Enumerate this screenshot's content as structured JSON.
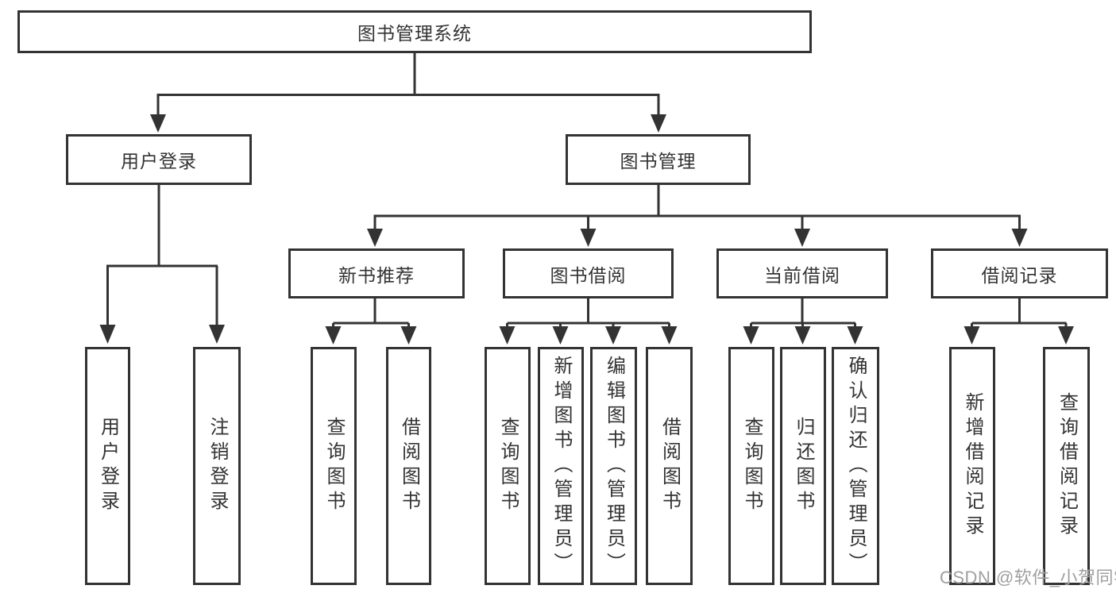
{
  "diagram": {
    "root": {
      "label": "图书管理系统"
    },
    "level2": {
      "user_login": {
        "label": "用户登录"
      },
      "book_management": {
        "label": "图书管理"
      }
    },
    "level3": {
      "new_book_recommend": {
        "label": "新书推荐"
      },
      "book_borrow": {
        "label": "图书借阅"
      },
      "current_borrow": {
        "label": "当前借阅"
      },
      "borrow_records": {
        "label": "借阅记录"
      }
    },
    "leaves": {
      "user_login": [
        "用户登录",
        "注销登录"
      ],
      "new_book_recommend": [
        "查询图书",
        "借阅图书"
      ],
      "book_borrow": [
        "查询图书",
        "新增图书（管理员）",
        "编辑图书（管理员）",
        "借阅图书"
      ],
      "current_borrow": [
        "查询图书",
        "归还图书",
        "确认归还（管理员）"
      ],
      "borrow_records": [
        "新增借阅记录",
        "查询借阅记录"
      ]
    },
    "style": {
      "line_color": "#333333",
      "text_color": "#333333",
      "box_background": "#ffffff"
    }
  },
  "watermark": {
    "text": "CSDN @软件_小贺同学"
  }
}
